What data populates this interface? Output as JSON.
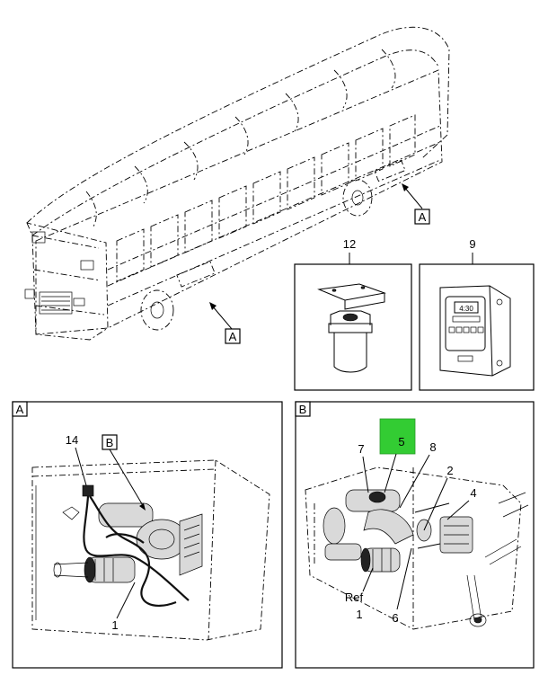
{
  "callouts": {
    "bus_view_a_top": "A",
    "bus_view_a_bottom": "A",
    "bracket_item": "12",
    "timer_item": "9",
    "detail_a_tag": "A",
    "detail_a_item_14": "14",
    "detail_a_item_b": "B",
    "detail_a_item_1": "1",
    "detail_b_tag": "B",
    "detail_b_item_7": "7",
    "detail_b_item_5": "5",
    "detail_b_item_8": "8",
    "detail_b_item_2": "2",
    "detail_b_item_4": "4",
    "detail_b_item_ref": "Ref",
    "detail_b_item_1": "1",
    "detail_b_item_6": "6"
  },
  "timer_display": "4:30",
  "colors": {
    "highlight": "#33cc33",
    "line": "#000000",
    "background": "#ffffff"
  }
}
